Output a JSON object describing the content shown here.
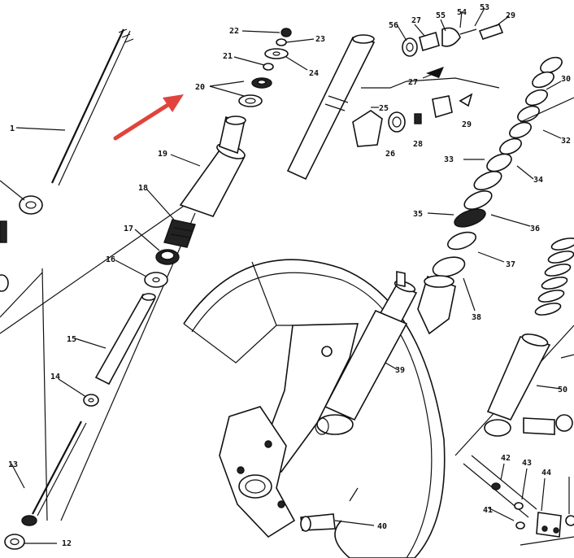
{
  "diagram": {
    "accent_arrow_color": "#e0443c",
    "line_color": "#111111",
    "labels": [
      {
        "id": "p1",
        "text": "1"
      },
      {
        "id": "p12",
        "text": "12"
      },
      {
        "id": "p13",
        "text": "13"
      },
      {
        "id": "p14",
        "text": "14"
      },
      {
        "id": "p15",
        "text": "15"
      },
      {
        "id": "p16",
        "text": "16"
      },
      {
        "id": "p17",
        "text": "17"
      },
      {
        "id": "p18",
        "text": "18"
      },
      {
        "id": "p19",
        "text": "19"
      },
      {
        "id": "p20",
        "text": "20"
      },
      {
        "id": "p21",
        "text": "21"
      },
      {
        "id": "p22",
        "text": "22"
      },
      {
        "id": "p23",
        "text": "23"
      },
      {
        "id": "p24",
        "text": "24"
      },
      {
        "id": "p25",
        "text": "25"
      },
      {
        "id": "p26",
        "text": "26"
      },
      {
        "id": "p27a",
        "text": "27"
      },
      {
        "id": "p27b",
        "text": "27"
      },
      {
        "id": "p28",
        "text": "28"
      },
      {
        "id": "p29a",
        "text": "29"
      },
      {
        "id": "p29b",
        "text": "29"
      },
      {
        "id": "p30",
        "text": "30"
      },
      {
        "id": "p32",
        "text": "32"
      },
      {
        "id": "p33",
        "text": "33"
      },
      {
        "id": "p34",
        "text": "34"
      },
      {
        "id": "p35",
        "text": "35"
      },
      {
        "id": "p36",
        "text": "36"
      },
      {
        "id": "p37",
        "text": "37"
      },
      {
        "id": "p38",
        "text": "38"
      },
      {
        "id": "p39",
        "text": "39"
      },
      {
        "id": "p40",
        "text": "40"
      },
      {
        "id": "p41",
        "text": "41"
      },
      {
        "id": "p42",
        "text": "42"
      },
      {
        "id": "p43",
        "text": "43"
      },
      {
        "id": "p44",
        "text": "44"
      },
      {
        "id": "p50",
        "text": "50"
      },
      {
        "id": "p53",
        "text": "53"
      },
      {
        "id": "p54",
        "text": "54"
      },
      {
        "id": "p55",
        "text": "55"
      },
      {
        "id": "p56",
        "text": "56"
      }
    ]
  }
}
